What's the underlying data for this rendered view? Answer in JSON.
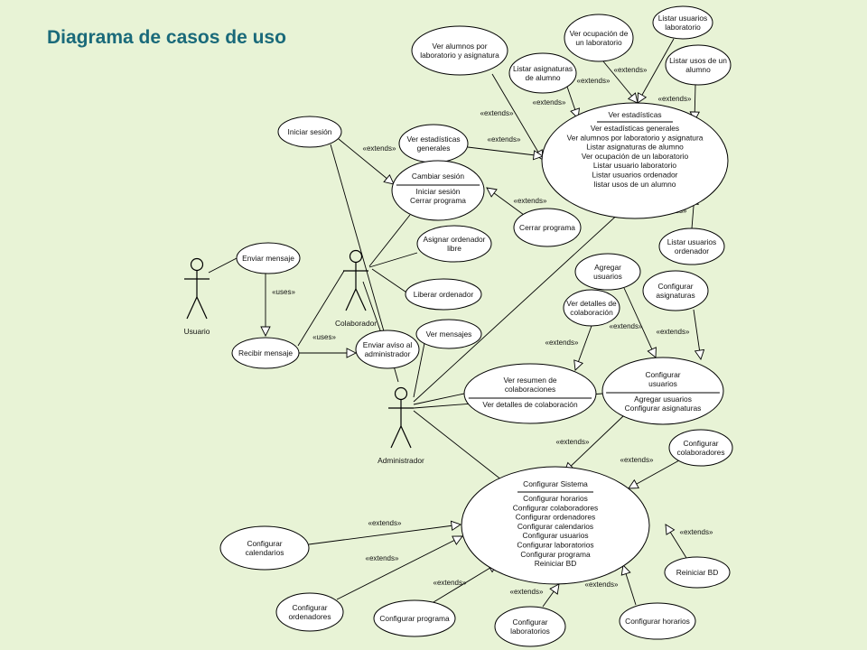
{
  "title": "Diagrama de casos de uso",
  "diagram": {
    "actors": [
      {
        "id": "usuario",
        "label": "Usuario"
      },
      {
        "id": "colaborador",
        "label": "Colaborador"
      },
      {
        "id": "administrador",
        "label": "Administrador"
      }
    ],
    "use_cases": [
      {
        "id": "alumnos_lab",
        "lines": [
          "Ver alumnos por",
          "laboratorio y asignatura"
        ]
      },
      {
        "id": "ocupacion_lab",
        "lines": [
          "Ver ocupación de",
          "un laboratorio"
        ]
      },
      {
        "id": "listar_usuarios_lab",
        "lines": [
          "Listar usuarios",
          "laboratorio"
        ]
      },
      {
        "id": "listar_asig_alumno",
        "lines": [
          "Listar asignaturas",
          "de alumno"
        ]
      },
      {
        "id": "listar_usos_alumno",
        "lines": [
          "Listar usos de un",
          "alumno"
        ]
      },
      {
        "id": "iniciar_sesion",
        "lines": [
          "Iniciar sesión"
        ]
      },
      {
        "id": "est_generales",
        "lines": [
          "Ver estadísticas",
          "generales"
        ]
      },
      {
        "id": "ver_estadisticas",
        "lines": [
          "Ver estadísticas"
        ],
        "extension_points": [
          "Ver estadísticas generales",
          "Ver alumnos por laboratorio y asignatura",
          "Listar asignaturas de alumno",
          "Ver ocupación de un laboratorio",
          "Listar usuario laboratorio",
          "Listar usuarios ordenador",
          "listar usos de un alumno"
        ]
      },
      {
        "id": "cambiar_sesion",
        "lines": [
          "Cambiar sesión"
        ],
        "extension_points": [
          "Iniciar sesión",
          "Cerrar programa"
        ]
      },
      {
        "id": "cerrar_programa",
        "lines": [
          "Cerrar programa"
        ]
      },
      {
        "id": "listar_usuarios_ord",
        "lines": [
          "Listar usuarios",
          "ordenador"
        ]
      },
      {
        "id": "enviar_mensaje",
        "lines": [
          "Enviar mensaje"
        ]
      },
      {
        "id": "asignar_ordenador",
        "lines": [
          "Asignar ordenador",
          "libre"
        ]
      },
      {
        "id": "liberar_ordenador",
        "lines": [
          "Liberar ordenador"
        ]
      },
      {
        "id": "agregar_usuarios",
        "lines": [
          "Agregar",
          "usuarios"
        ]
      },
      {
        "id": "configurar_asignaturas",
        "lines": [
          "Configurar",
          "asignaturas"
        ]
      },
      {
        "id": "detalles_colab",
        "lines": [
          "Ver detalles de",
          "colaboración"
        ]
      },
      {
        "id": "ver_mensajes",
        "lines": [
          "Ver mensajes"
        ]
      },
      {
        "id": "recibir_mensaje",
        "lines": [
          "Recibir mensaje"
        ]
      },
      {
        "id": "enviar_aviso",
        "lines": [
          "Enviar aviso al",
          "administrador"
        ]
      },
      {
        "id": "resumen_colab",
        "lines": [
          "Ver resumen de",
          "colaboraciones"
        ],
        "extension_points": [
          "Ver detalles de colaboración"
        ]
      },
      {
        "id": "configurar_usuarios",
        "lines": [
          "Configurar",
          "usuarios"
        ],
        "extension_points": [
          "Agregar usuarios",
          "Configurar asignaturas"
        ]
      },
      {
        "id": "configurar_colaboradores",
        "lines": [
          "Configurar",
          "colaboradores"
        ]
      },
      {
        "id": "configurar_sistema",
        "lines": [
          "Configurar Sistema"
        ],
        "extension_points": [
          "Configurar horarios",
          "Configurar colaboradores",
          "Configurar ordenadores",
          "Configurar calendarios",
          "Configurar usuarios",
          "Configurar laboratorios",
          "Configurar programa",
          "Reiniciar BD"
        ]
      },
      {
        "id": "configurar_calendarios",
        "lines": [
          "Configurar",
          "calendarios"
        ]
      },
      {
        "id": "reiniciar_bd",
        "lines": [
          "Reiniciar BD"
        ]
      },
      {
        "id": "configurar_ordenadores",
        "lines": [
          "Configurar",
          "ordenadores"
        ]
      },
      {
        "id": "configurar_programa",
        "lines": [
          "Configurar programa"
        ]
      },
      {
        "id": "configurar_laboratorios",
        "lines": [
          "Configurar",
          "laboratorios"
        ]
      },
      {
        "id": "configurar_horarios",
        "lines": [
          "Configurar horarios"
        ]
      }
    ],
    "relations": [
      {
        "from": "alumnos_lab",
        "to": "ver_estadisticas",
        "type": "extends",
        "label": "«extends»"
      },
      {
        "from": "ocupacion_lab",
        "to": "ver_estadisticas",
        "type": "extends",
        "label": "«extends»"
      },
      {
        "from": "listar_usuarios_lab",
        "to": "ver_estadisticas",
        "type": "extends",
        "label": "«extends»"
      },
      {
        "from": "listar_asig_alumno",
        "to": "ver_estadisticas",
        "type": "extends",
        "label": "«extends»"
      },
      {
        "from": "listar_usos_alumno",
        "to": "ver_estadisticas",
        "type": "extends",
        "label": "«extends»"
      },
      {
        "from": "est_generales",
        "to": "ver_estadisticas",
        "type": "extends",
        "label": "«extends»"
      },
      {
        "from": "listar_usuarios_ord",
        "to": "ver_estadisticas",
        "type": "extends",
        "label": "«extends»"
      },
      {
        "from": "iniciar_sesion",
        "to": "cambiar_sesion",
        "type": "extends",
        "label": "«extends»"
      },
      {
        "from": "cerrar_programa",
        "to": "cambiar_sesion",
        "type": "extends",
        "label": "«extends»"
      },
      {
        "from": "enviar_mensaje",
        "to": "recibir_mensaje",
        "type": "uses",
        "label": "«uses»"
      },
      {
        "from": "recibir_mensaje",
        "to": "enviar_aviso",
        "type": "uses",
        "label": "«uses»"
      },
      {
        "from": "detalles_colab",
        "to": "resumen_colab",
        "type": "extends",
        "label": "«extends»"
      },
      {
        "from": "agregar_usuarios",
        "to": "configurar_usuarios",
        "type": "extends",
        "label": "«extends»"
      },
      {
        "from": "configurar_asignaturas",
        "to": "configurar_usuarios",
        "type": "extends",
        "label": "«extends»"
      },
      {
        "from": "configurar_usuarios",
        "to": "configurar_sistema",
        "type": "extends",
        "label": "«extends»"
      },
      {
        "from": "configurar_colaboradores",
        "to": "configurar_sistema",
        "type": "extends",
        "label": "«extends»"
      },
      {
        "from": "configurar_calendarios",
        "to": "configurar_sistema",
        "type": "extends",
        "label": "«extends»"
      },
      {
        "from": "configurar_ordenadores",
        "to": "configurar_sistema",
        "type": "extends",
        "label": "«extends»"
      },
      {
        "from": "reiniciar_bd",
        "to": "configurar_sistema",
        "type": "extends",
        "label": "«extends»"
      },
      {
        "from": "configurar_programa",
        "to": "configurar_sistema",
        "type": "extends",
        "label": "«extends»"
      },
      {
        "from": "configurar_laboratorios",
        "to": "configurar_sistema",
        "type": "extends",
        "label": "«extends»"
      },
      {
        "from": "configurar_horarios",
        "to": "configurar_sistema",
        "type": "extends",
        "label": "«extends»"
      },
      {
        "from": "usuario",
        "to": "enviar_mensaje",
        "type": "association"
      },
      {
        "from": "colaborador",
        "to": "cambiar_sesion",
        "type": "association"
      },
      {
        "from": "colaborador",
        "to": "asignar_ordenador",
        "type": "association"
      },
      {
        "from": "colaborador",
        "to": "liberar_ordenador",
        "type": "association"
      },
      {
        "from": "colaborador",
        "to": "enviar_aviso",
        "type": "association"
      },
      {
        "from": "colaborador",
        "to": "recibir_mensaje",
        "type": "association"
      },
      {
        "from": "administrador",
        "to": "iniciar_sesion",
        "type": "association"
      },
      {
        "from": "administrador",
        "to": "ver_estadisticas",
        "type": "association"
      },
      {
        "from": "administrador",
        "to": "ver_mensajes",
        "type": "association"
      },
      {
        "from": "administrador",
        "to": "resumen_colab",
        "type": "association"
      },
      {
        "from": "administrador",
        "to": "configurar_usuarios",
        "type": "association"
      },
      {
        "from": "administrador",
        "to": "configurar_sistema",
        "type": "association"
      }
    ]
  }
}
